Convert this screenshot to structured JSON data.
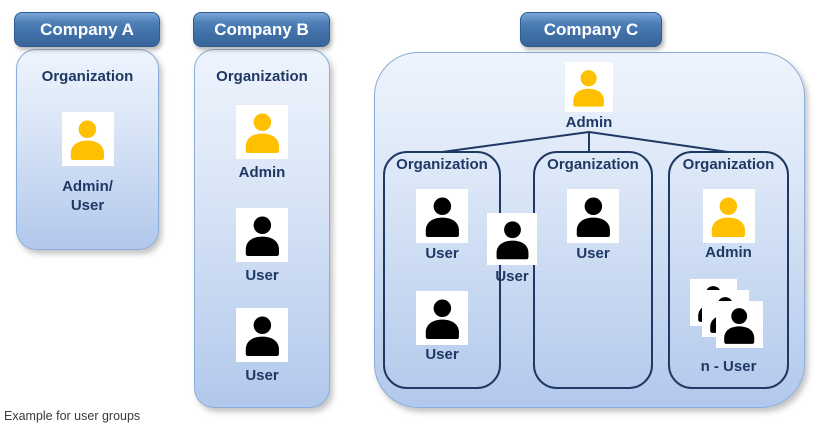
{
  "caption": "Example for user groups",
  "colors": {
    "header_blue": "#3f6fa6",
    "body_gradient_top": "#eef4fd",
    "body_gradient_bottom": "#b2c8ec",
    "org_border_navy": "#1f3864",
    "label_navy": "#1f3864",
    "admin_yellow": "#ffc000",
    "user_black": "#000000"
  },
  "company_a": {
    "title": "Company A",
    "org_label": "Organization",
    "role_label": "Admin/\nUser",
    "role_type": "admin"
  },
  "company_b": {
    "title": "Company B",
    "org_label": "Organization",
    "members": [
      {
        "type": "admin",
        "label": "Admin"
      },
      {
        "type": "user",
        "label": "User"
      },
      {
        "type": "user",
        "label": "User"
      }
    ]
  },
  "company_c": {
    "title": "Company C",
    "admin_label": "Admin",
    "bridge_user_label": "User",
    "orgs": [
      {
        "label": "Organization",
        "members": [
          {
            "type": "user",
            "label": "User"
          },
          {
            "type": "user",
            "label": "User"
          }
        ]
      },
      {
        "label": "Organization",
        "members": [
          {
            "type": "user",
            "label": "User"
          }
        ]
      },
      {
        "label": "Organization",
        "members": [
          {
            "type": "admin",
            "label": "Admin"
          },
          {
            "type": "user-group",
            "label": "n - User"
          }
        ]
      }
    ]
  }
}
